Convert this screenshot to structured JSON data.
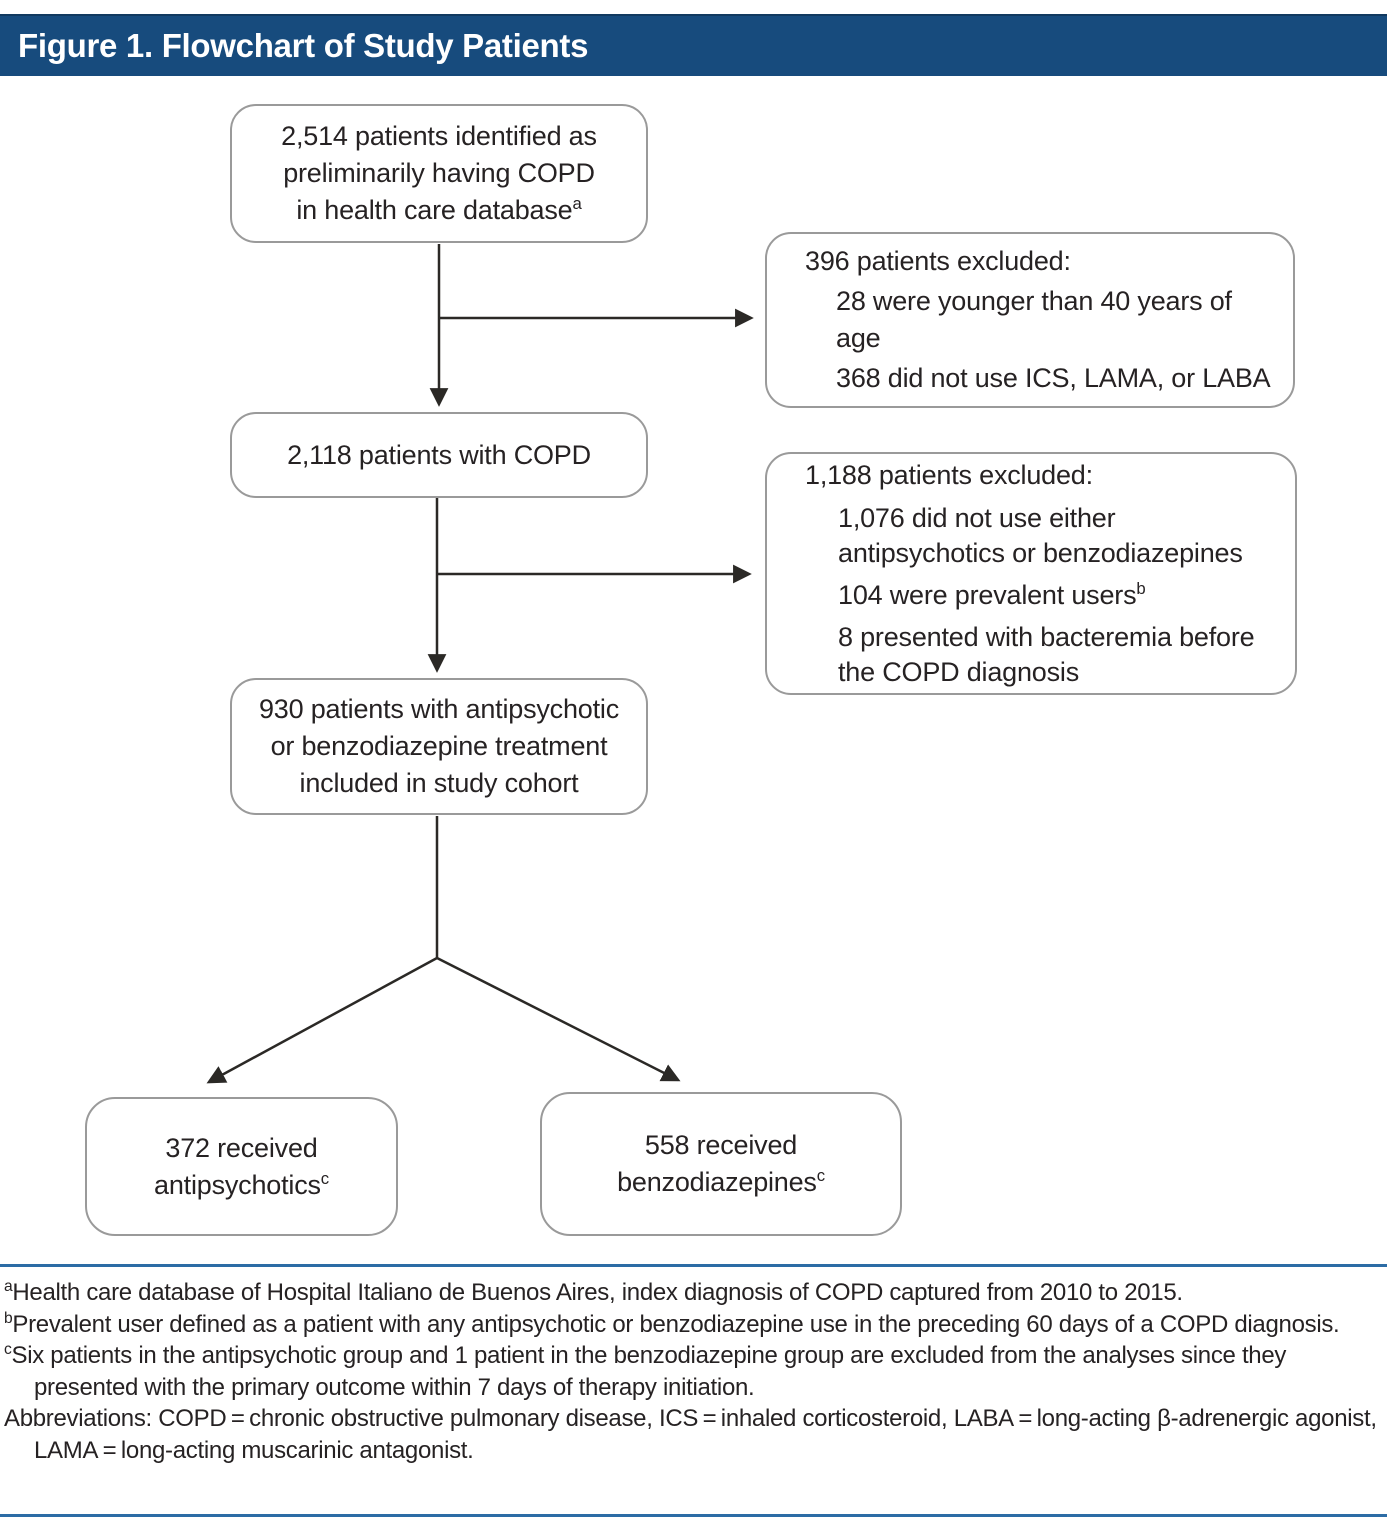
{
  "title_bar": {
    "label": "Figure 1. Flowchart of Study Patients"
  },
  "flowchart": {
    "box_identified": {
      "lines": [
        "2,514 patients identified as",
        "preliminarily having COPD",
        "in health care database"
      ],
      "sup": "a"
    },
    "box_excluded_first": {
      "heading": "396 patients excluded:",
      "items": [
        {
          "text": "28 were younger than 40 years of age"
        },
        {
          "text": "368 did not use ICS, LAMA, or LABA"
        }
      ]
    },
    "box_copd": {
      "text": "2,118 patients with COPD"
    },
    "box_excluded_second": {
      "heading": "1,188 patients excluded:",
      "items": [
        {
          "text": "1,076 did not use either antipsychotics or benzodiazepines"
        },
        {
          "text": "104 were prevalent users",
          "sup": "b"
        },
        {
          "text": "8 presented with bacteremia before the COPD diagnosis"
        }
      ]
    },
    "box_cohort": {
      "lines": [
        "930 patients with antipsychotic",
        "or benzodiazepine treatment",
        "included in study cohort"
      ]
    },
    "box_antipsychotics": {
      "lines": [
        "372 received",
        "antipsychotics"
      ],
      "sup": "c"
    },
    "box_benzodiazepines": {
      "lines": [
        "558 received",
        "benzodiazepines"
      ],
      "sup": "c"
    }
  },
  "footnotes": [
    {
      "marker": "a",
      "text": "Health care database of Hospital Italiano de Buenos Aires, index diagnosis of COPD captured from 2010 to 2015."
    },
    {
      "marker": "b",
      "text": "Prevalent user defined as a patient with any antipsychotic or benzodiazepine use in the preceding 60 days of a COPD diagnosis."
    },
    {
      "marker": "c",
      "text": "Six patients in the antipsychotic group and 1 patient in the benzodiazepine group are excluded from the analyses since they presented with the primary outcome within 7 days of therapy initiation."
    },
    {
      "marker": "",
      "text": "Abbreviations: COPD = chronic obstructive pulmonary disease, ICS = inhaled corticosteroid, LABA = long-acting β-adrenergic agonist, LAMA = long-acting muscarinic antagonist."
    }
  ],
  "colors": {
    "header_bg": "#174b7d",
    "rule_blue": "#2c6ca5",
    "box_border": "#9a9a9a",
    "text": "#262223",
    "arrow": "#2b2926"
  }
}
